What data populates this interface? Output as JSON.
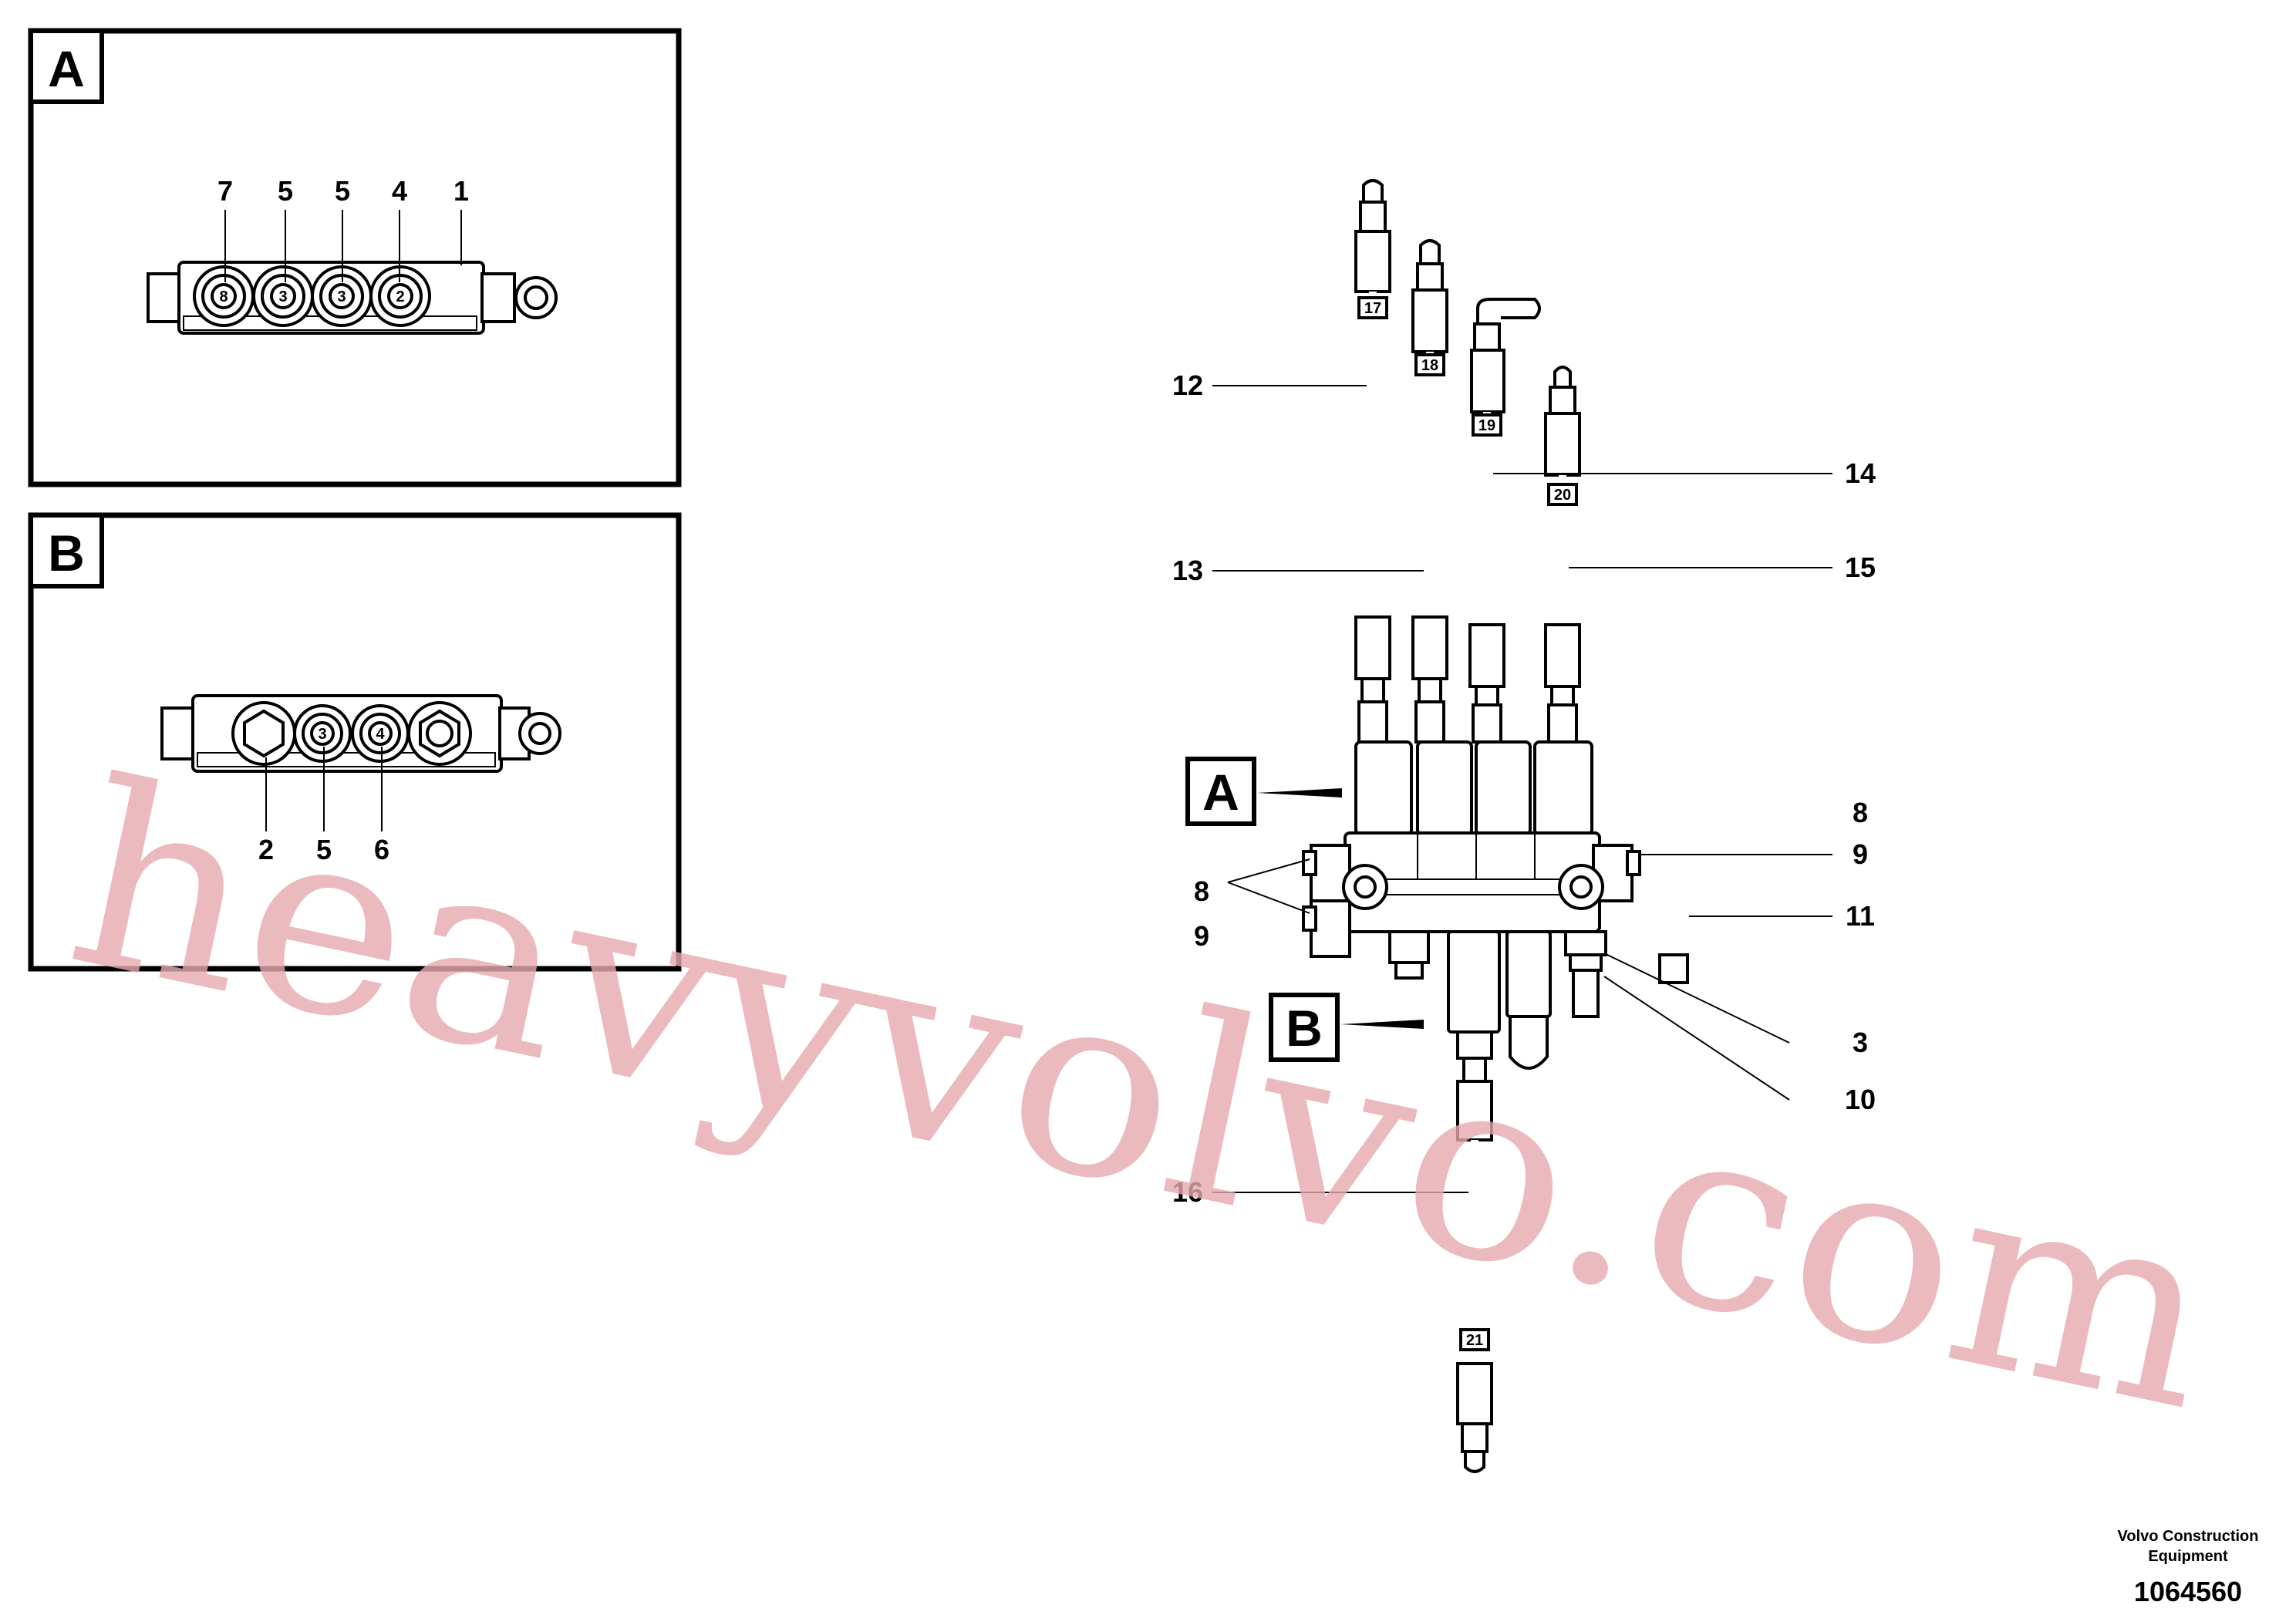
{
  "panel_a": {
    "letter": "A",
    "callouts": [
      "7",
      "5",
      "5",
      "4",
      "1"
    ],
    "port_numbers": [
      "8",
      "3",
      "3",
      "2"
    ]
  },
  "panel_b": {
    "letter": "B",
    "callouts": [
      "2",
      "5",
      "6"
    ],
    "port_numbers": [
      "3",
      "4"
    ]
  },
  "main": {
    "view_tag_a": "A",
    "view_tag_b": "B",
    "callouts": {
      "c12": "12",
      "c13": "13",
      "c14": "14",
      "c15": "15",
      "c16": "16",
      "c8_left": "8",
      "c9_left": "9",
      "c8_right": "8",
      "c9_right": "9",
      "c11": "11",
      "c3": "3",
      "c10": "10"
    },
    "hose_tags": {
      "h17": "17",
      "h18": "18",
      "h19": "19",
      "h20": "20",
      "h21": "21"
    }
  },
  "footer": {
    "brand_line1": "Volvo Construction",
    "brand_line2": "Equipment",
    "drawing_number": "1064560"
  },
  "watermark": "heavyvolvo.com"
}
